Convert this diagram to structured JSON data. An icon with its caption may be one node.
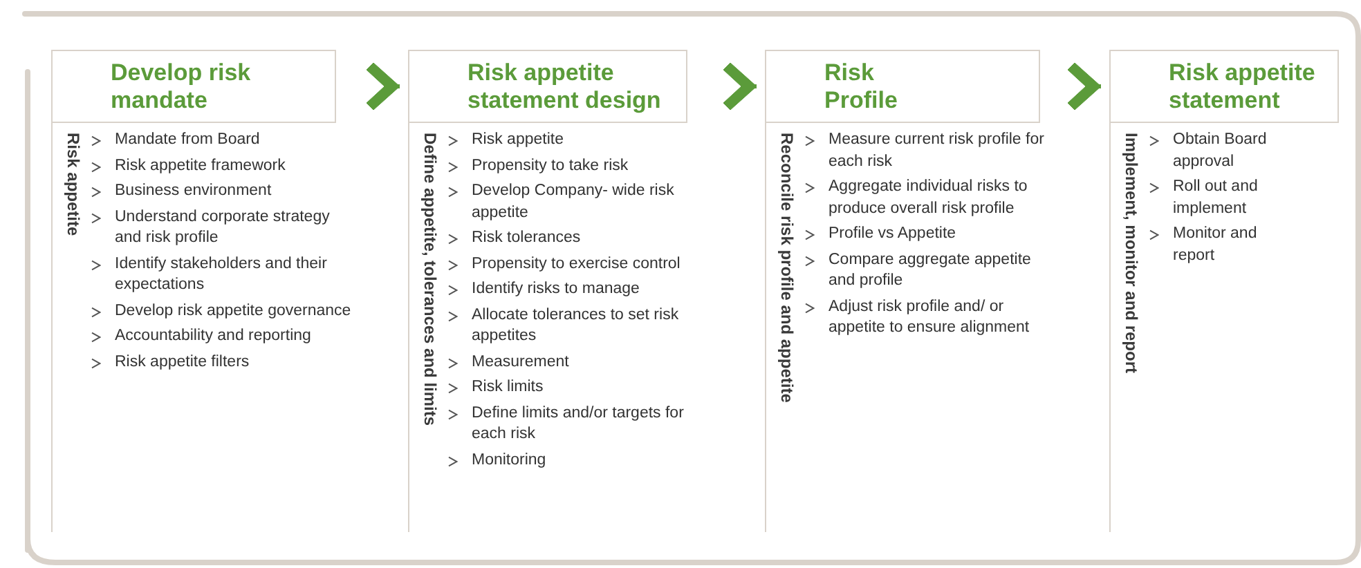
{
  "diagram": {
    "nodes": [
      {
        "text": [
          "Develop risk mandate",
          "Risk appetite",
          "Mandate from Board",
          "Risk appetite framework",
          "Business environment",
          "Understand corporate strategy and risk profile",
          "Identify stakeholders and their expectations",
          "Develop risk appetite governance",
          "Accountability and reporting",
          "Risk appetite filters"
        ]
      },
      {
        "text": [
          "Risk appetite statement design",
          "Define appetite, tolerances and limits",
          "Risk appetite",
          "Propensity to take risk",
          "Develop Company- wide risk appetite",
          "Risk tolerances",
          "Propensity to exercise control",
          "Identify risks to manage",
          "Allocate tolerances to set risk appetites",
          "Measurement",
          "Risk limits",
          "Define limits and/or targets for each risk",
          "Monitoring"
        ]
      },
      {
        "text": [
          "Risk Profile",
          "Reconcile risk profile and appetite",
          "Measure current risk profile for each risk",
          "Aggregate individual risks to produce overall risk profile",
          "Profile vs Appetite",
          "Compare aggregate appetite and profile",
          "Adjust risk profile and/ or appetite to ensure alignment"
        ]
      },
      {
        "text": [
          "Risk appetite statement",
          "Implement, monitor and report",
          "Obtain Board approval",
          "Roll out and implement",
          "Monitor and report"
        ]
      }
    ],
    "edges": [
      {
        "from": 0,
        "to": 1,
        "arrow": "to"
      },
      {
        "from": 1,
        "to": 2,
        "arrow": "to"
      },
      {
        "from": 2,
        "to": 3,
        "arrow": "to"
      }
    ]
  }
}
